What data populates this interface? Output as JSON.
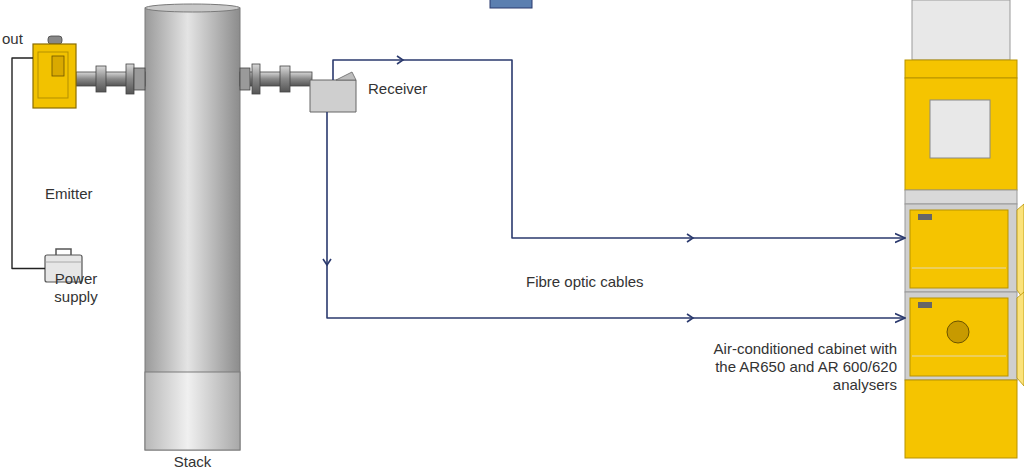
{
  "diagram": {
    "nodes": [
      {
        "text": [
          "Emitter"
        ]
      },
      {
        "text": [
          "Power supply"
        ]
      },
      {
        "text": [
          "Stack"
        ]
      },
      {
        "text": [
          "Receiver"
        ]
      },
      {
        "text": [
          "Air-conditioned cabinet with the AR650 and AR 600/620 analysers"
        ]
      }
    ],
    "edges": [
      {
        "from": 0,
        "to": 1,
        "arrow": "none"
      },
      {
        "from": 3,
        "to": 4,
        "arrow": "to"
      },
      {
        "from": 3,
        "to": 4,
        "arrow": "to"
      }
    ],
    "labels": [
      "out",
      "Fibre optic cables"
    ]
  }
}
